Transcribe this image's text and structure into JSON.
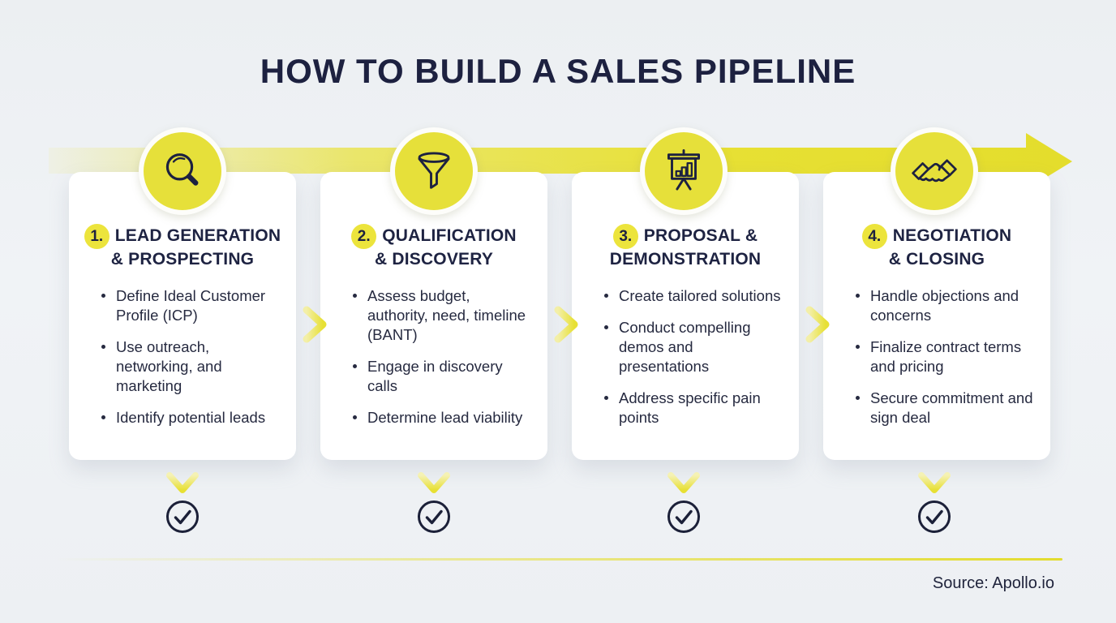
{
  "title": "HOW TO BUILD A SALES PIPELINE",
  "source": "Source: Apollo.io",
  "colors": {
    "accent_yellow": "#e7e034",
    "navy": "#1d2140",
    "background": "#eef1f4",
    "card": "#ffffff"
  },
  "steps": [
    {
      "number": "1.",
      "icon": "magnifier-icon",
      "title_lines": [
        "LEAD GENERATION",
        "& PROSPECTING"
      ],
      "bullets": [
        "Define Ideal Customer Profile (ICP)",
        "Use outreach, networking, and marketing",
        "Identify potential leads"
      ]
    },
    {
      "number": "2.",
      "icon": "funnel-icon",
      "title_lines": [
        "QUALIFICATION",
        "& DISCOVERY"
      ],
      "bullets": [
        "Assess budget, authority, need, timeline (BANT)",
        "Engage in discovery calls",
        "Determine lead viability"
      ]
    },
    {
      "number": "3.",
      "icon": "presentation-chart-icon",
      "title_lines": [
        "PROPOSAL &",
        "DEMONSTRATION"
      ],
      "bullets": [
        "Create tailored solutions",
        "Conduct compelling demos and presentations",
        "Address specific pain points"
      ]
    },
    {
      "number": "4.",
      "icon": "handshake-icon",
      "title_lines": [
        "NEGOTIATION",
        "& CLOSING"
      ],
      "bullets": [
        "Handle objections and concerns",
        "Finalize contract terms and pricing",
        "Secure commitment and sign deal"
      ]
    }
  ]
}
